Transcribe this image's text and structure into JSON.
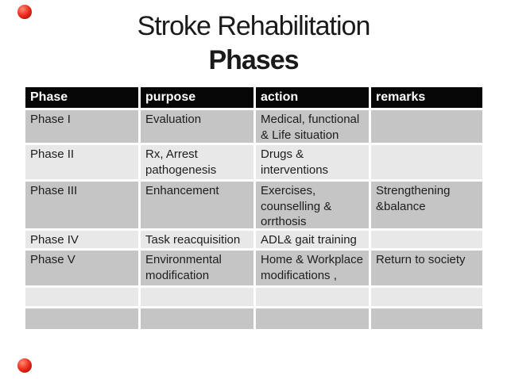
{
  "slide": {
    "title_line1": "Stroke Rehabilitation",
    "title_line2": "Phases"
  },
  "decorations": {
    "top_left_sphere": "red-sphere",
    "bottom_left_sphere": "red-sphere",
    "sphere_color": "#e8251a"
  },
  "colors": {
    "header_bg": "#060606",
    "header_text": "#ffffff",
    "row_dark": "#c5c5c5",
    "row_light": "#e8e8e8",
    "body_text": "#1d1d1d",
    "background": "#ffffff"
  },
  "table": {
    "headers": [
      "Phase",
      "purpose",
      "action",
      "remarks"
    ],
    "rows": [
      {
        "phase": "Phase I",
        "purpose": "Evaluation",
        "action": "Medical, functional\n& Life situation",
        "remarks": ""
      },
      {
        "phase": "Phase II",
        "purpose": "Rx, Arrest\npathogenesis",
        "action": "Drugs &\ninterventions",
        "remarks": ""
      },
      {
        "phase": "Phase III",
        "purpose": "Enhancement",
        "action": "Exercises,\ncounselling &\norrthosis",
        "remarks": "Strengthening\n&balance"
      },
      {
        "phase": "Phase IV",
        "purpose": "Task reacquisition",
        "action": "ADL& gait training",
        "remarks": ""
      },
      {
        "phase": "Phase V",
        "purpose": "Environmental\nmodification",
        "action": "Home & Workplace\nmodifications ,",
        "remarks": "Return to society"
      },
      {
        "phase": "",
        "purpose": "",
        "action": "",
        "remarks": ""
      },
      {
        "phase": "",
        "purpose": "",
        "action": "",
        "remarks": ""
      }
    ]
  }
}
